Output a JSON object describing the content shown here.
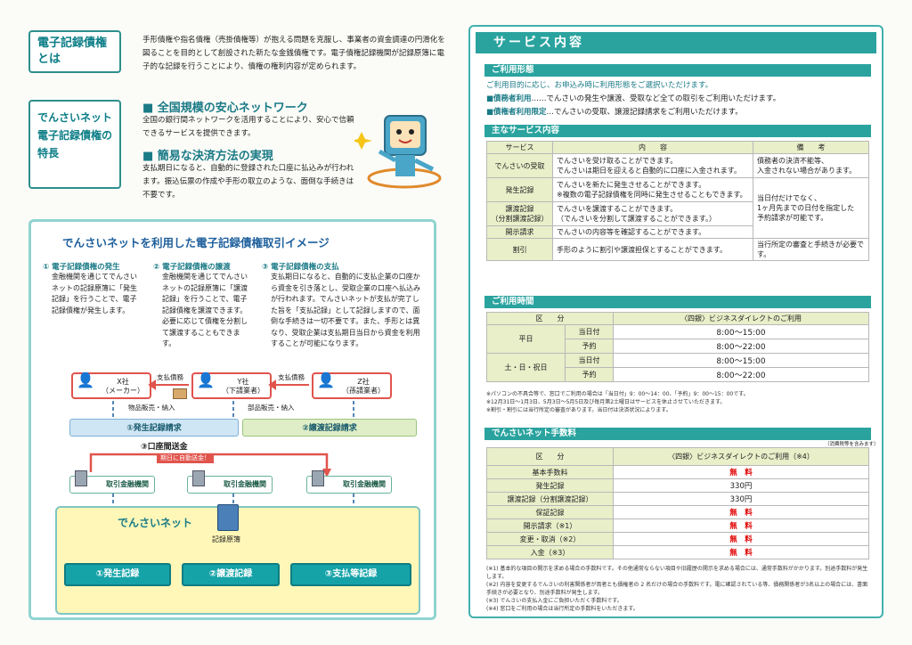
{
  "left": {
    "what_label": "電子記録債権とは",
    "what_text": "手形債権や指名債権（売掛債権等）が抱える問題を克服し、事業者の資金調達の円滑化を図ることを目的として創設された新たな金銭債権です。電子債権記録機関が記録原簿に電子的な記録を行うことにより、債権の権利内容が定められます。",
    "feat_label": "でんさいネット電子記録債権の特長",
    "feat1_title": "■ 全国規模の安心ネットワーク",
    "feat1_text": "全国の銀行間ネットワークを活用することにより、安心で信頼できるサービスを提供できます。",
    "feat2_title": "■ 簡易な決済方法の実現",
    "feat2_text": "支払期日になると、自動的に登録された口座に払込みが行われます。振込伝票の作成や手形の取立のような、面倒な手続きは不要です。"
  },
  "diagram": {
    "title": "でんさいネットを利用した電子記録債権取引イメージ",
    "steps": [
      {
        "title": "① 電子記録債権の発生",
        "text": "金融機関を通じてでんさいネットの記録原簿に「発生記録」を行うことで、電子記録債権が発生します。"
      },
      {
        "title": "② 電子記録債権の譲渡",
        "text": "金融機関を通じてでんさいネットの記録原簿に「譲渡記録」を行うことで、電子記録債権を譲渡できます。必要に応じて債権を分割して譲渡することもできます。"
      },
      {
        "title": "③ 電子記録債権の支払",
        "text": "支払期日になると、自動的に支払企業の口座から資金を引き落とし、受取企業の口座へ払込みが行われます。でんさいネットが支払が完了した旨を「支払記録」として記録しますので、面倒な手続きは一切不要です。また、手形とは異なり、受取企業は支払期日当日から資金を利用することが可能になります。"
      }
    ],
    "companyX": "X社\n（メーカー）",
    "companyY": "Y社\n（下請業者）",
    "companyZ": "Z社\n（孫請業者）",
    "debt1": "支払債務",
    "debt2": "支払債務",
    "goods1": "物品販売・納入",
    "goods2": "部品販売・納入",
    "req1": "①発生記録請求",
    "req2": "②譲渡記録請求",
    "transfer": "③口座間送金",
    "auto": "期日に自動送金！",
    "bank": "取引金融機関",
    "net": "でんさいネット",
    "ledger": "記録原簿",
    "rec1": "①発生記録",
    "rec2": "②譲渡記録",
    "rec3": "③支払等記録"
  },
  "service": {
    "title": "サービス内容",
    "forms_title": "ご利用形態",
    "forms_intro": "ご利用目的に応じ、お申込み時に利用形態をご選択いただけます。",
    "form1_name": "■債務者利用",
    "form1_text": "……でんさいの発生や譲渡、受取など全ての取引をご利用いただけます。",
    "form2_name": "■債権者利用限定",
    "form2_text": "…でんさいの受取、譲渡記録請求をご利用いただけます。",
    "main_title": "主なサービス内容",
    "th": [
      "サービス",
      "内　　容",
      "備　　考"
    ],
    "rows": [
      {
        "name": "でんさいの受取",
        "content": "でんさいを受け取ることができます。\nでんさいは期日を迎えると自動的に口座に入金されます。",
        "note": "債務者の決済不能等、\n入金されない場合があります。"
      },
      {
        "name": "発生記録",
        "content": "でんさいを新たに発生させることができます。\n※複数の電子記録債権を同時に発生させることもできます。",
        "note": "当日付だけでなく、\n1ヶ月先までの日付を指定した\n予約請求が可能です。"
      },
      {
        "name": "譲渡記録\n（分割譲渡記録）",
        "content": "でんさいを譲渡することができます。\n（でんさいを分割して譲渡することができます。）",
        "note": ""
      },
      {
        "name": "開示請求",
        "content": "でんさいの内容等を確認することができます。",
        "note": ""
      },
      {
        "name": "割引",
        "content": "手形のように割引や譲渡担保とすることができます。",
        "note": "当行所定の審査と手続きが必要です。"
      }
    ],
    "hours_title": "ご利用時間",
    "hours_th": [
      "区　　分",
      "〈四銀〉ビジネスダイレクトのご利用"
    ],
    "hours": [
      {
        "group": "平日",
        "kind": "当日付",
        "time": "8:00〜15:00"
      },
      {
        "group": "",
        "kind": "予約",
        "time": "8:00〜22:00"
      },
      {
        "group": "土・日・祝日",
        "kind": "当日付",
        "time": "8:00〜15:00"
      },
      {
        "group": "",
        "kind": "予約",
        "time": "8:00〜22:00"
      }
    ],
    "hours_notes": [
      "※パソコンの不具合等で、窓口でご利用の場合は「当日付」9：00〜14：00、「予約」9：00〜15：00です。",
      "※12月31日〜1月3日、5月3日〜5月5日及び毎月第2土曜日はサービスを休止させていただきます。",
      "※割引・割引には当行所定の審査があります。当日付は決済状況によります。"
    ],
    "fee_title": "でんさいネット手数料",
    "fee_tax": "（消費税等を含みます）",
    "fee_th": [
      "区　　分",
      "〈四銀〉ビジネスダイレクトのご利用（※4）"
    ],
    "fees": [
      {
        "name": "基本手数料",
        "fee": "無　料",
        "red": true
      },
      {
        "name": "発生記録",
        "fee": "330円",
        "red": false
      },
      {
        "name": "譲渡記録（分割譲渡記録）",
        "fee": "330円",
        "red": false
      },
      {
        "name": "保証記録",
        "fee": "無　料",
        "red": true
      },
      {
        "name": "開示請求（※1）",
        "fee": "無　料",
        "red": true
      },
      {
        "name": "変更・取消（※2）",
        "fee": "無　料",
        "red": true
      },
      {
        "name": "入金（※3）",
        "fee": "無　料",
        "red": true
      }
    ],
    "fee_notes": [
      "(※1) 基本的な項目の開示を求める場合の手数料です。その他通常ならない項目や旧履歴の開示を求める場合には、通常手数料がかかります。別途手数料が発生します。",
      "(※2) 内容を変更するでんさいの利害関係者が両者とも債権者の 2 名だけの場合の手数料です。電に確認されている等、債務関係者が3名以上の場合には、書面手続きが必要となり、別途手数料が発生します。",
      "(※3) でんさいの支払入金にご負担いただく手数料です。",
      "(※4) 窓口をご利用の場合は当行所定の手数料をいただきます。"
    ]
  },
  "colors": {
    "teal": "#2aa39f",
    "red": "#e00000",
    "green": "#e8efc9"
  }
}
